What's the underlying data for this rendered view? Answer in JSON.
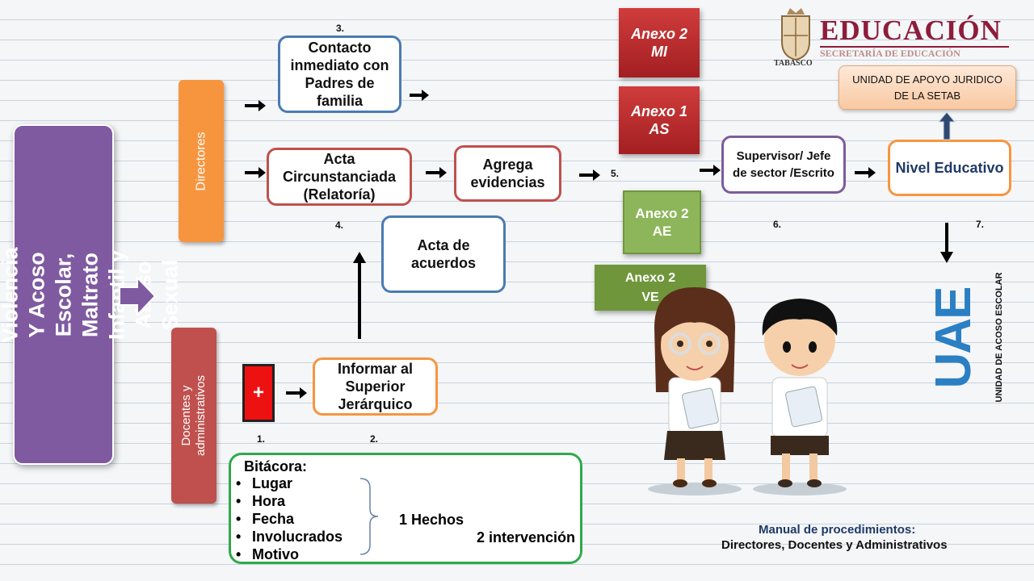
{
  "main_title": "Protocolo de Violencia Y Acoso Escolar, Maltrato Infantil y Abuso Sexual",
  "roles": {
    "directores": "Directores",
    "docentes": "Docentes y administrativos"
  },
  "steps": {
    "contacto": "Contacto inmediato con Padres de familia",
    "acta_circ": "Acta Circunstanciada (Relatoría)",
    "agrega": "Agrega evidencias",
    "acta_acuerdos": "Acta de acuerdos",
    "informar": "Informar al Superior Jerárquico",
    "supervisor": "Supervisor/ Jefe de sector /Escrito",
    "nivel": "Nivel Educativo",
    "unidad": "UNIDAD DE APOYO JURIDICO DE LA SETAB",
    "first_aid_symbol": "+"
  },
  "numbers": {
    "n1": "1.",
    "n2": "2.",
    "n3": "3.",
    "n4": "4.",
    "n5": "5.",
    "n6": "6.",
    "n7": "7."
  },
  "annexes": {
    "mi": {
      "line1": "Anexo 2",
      "line2": "MI"
    },
    "as": {
      "line1": "Anexo 1",
      "line2": "AS"
    },
    "ae": {
      "line1": "Anexo 2",
      "line2": "AE"
    },
    "ve": {
      "line1": "Anexo 2",
      "line2": "VE"
    }
  },
  "bitacora": {
    "title": "Bitácora:",
    "items": [
      "Lugar",
      "Hora",
      "Fecha",
      "Involucrados",
      "Motivo"
    ],
    "hechos": "1 Hechos",
    "intervencion": "2 intervención"
  },
  "logo": {
    "title": "EDUCACIÓN",
    "subtitle": "SECRETARÍA DE EDUCACIÓN",
    "state": "TABASCO"
  },
  "uae": {
    "letters": "UAE",
    "caption": "UNIDAD DE ACOSO ESCOLAR"
  },
  "manual": {
    "line1": "Manual de procedimientos:",
    "line2": "Directores, Docentes y Administrativos"
  },
  "colors": {
    "purple": "#7f5aa0",
    "orange": "#f7953f",
    "red": "#c0504d",
    "blue": "#4a7ab4",
    "dark_red": "#9b3a37",
    "green": "#8db65a",
    "dark_green": "#6f963b",
    "violet": "#7d5b9c",
    "bit_green": "#2eaa4b",
    "uae_blue": "#2b7fc3"
  }
}
